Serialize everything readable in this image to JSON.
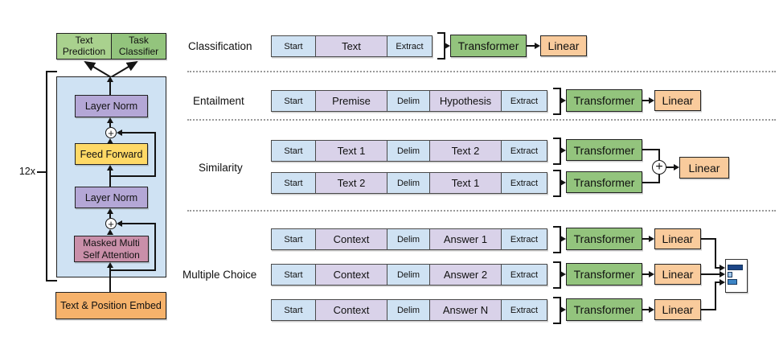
{
  "palette": {
    "token_blue": "#cfe2f3",
    "token_purple": "#d9d2e9",
    "container_blue": "#cfe2f3",
    "layer_norm_purple": "#b4a7d6",
    "feed_forward_yellow": "#ffd966",
    "attention_pink": "#c98fa9",
    "embed_orange": "#f6b26b",
    "transformer_green": "#93c47d",
    "linear_orange": "#f9cb9c",
    "output_green_light": "#a9d18e",
    "output_green_dark": "#93c47d",
    "bar_dark": "#1c4587",
    "bar_light": "#9fc5e8",
    "bar_mid": "#3d85c6"
  },
  "left": {
    "repeat_label": "12x",
    "output_left": "Text Prediction",
    "output_right": "Task Classifier",
    "layer_norm_top": "Layer Norm",
    "feed_forward": "Feed Forward",
    "layer_norm_bottom": "Layer Norm",
    "attention_line1": "Masked Multi",
    "attention_line2": "Self Attention",
    "embed": "Text & Position Embed",
    "plus": "+"
  },
  "tasks": {
    "classification": {
      "label": "Classification",
      "cells": [
        "Start",
        "Text",
        "Extract"
      ],
      "transformer": "Transformer",
      "linear": "Linear"
    },
    "entailment": {
      "label": "Entailment",
      "cells": [
        "Start",
        "Premise",
        "Delim",
        "Hypothesis",
        "Extract"
      ],
      "transformer": "Transformer",
      "linear": "Linear"
    },
    "similarity": {
      "label": "Similarity",
      "strip1": [
        "Start",
        "Text 1",
        "Delim",
        "Text 2",
        "Extract"
      ],
      "strip2": [
        "Start",
        "Text 2",
        "Delim",
        "Text 1",
        "Extract"
      ],
      "transformer1": "Transformer",
      "transformer2": "Transformer",
      "plus": "+",
      "linear": "Linear"
    },
    "multiple_choice": {
      "label": "Multiple Choice",
      "strip1": [
        "Start",
        "Context",
        "Delim",
        "Answer 1",
        "Extract"
      ],
      "strip2": [
        "Start",
        "Context",
        "Delim",
        "Answer 2",
        "Extract"
      ],
      "strip3": [
        "Start",
        "Context",
        "Delim",
        "Answer N",
        "Extract"
      ],
      "transformer": "Transformer",
      "linear": "Linear"
    }
  }
}
